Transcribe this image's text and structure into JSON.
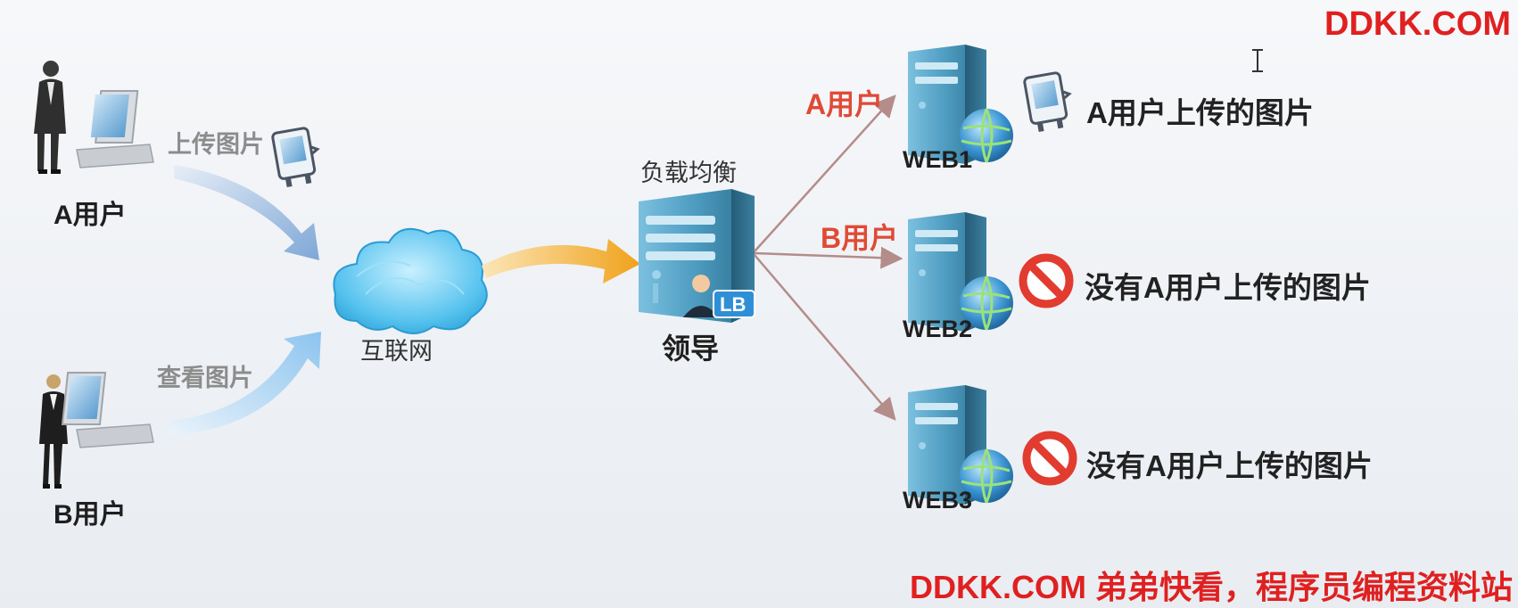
{
  "watermark_top": "DDKK.COM",
  "watermark_bottom": "DDKK.COM 弟弟快看，程序员编程资料站",
  "users": {
    "a": {
      "label": "A用户",
      "action": "上传图片"
    },
    "b": {
      "label": "B用户",
      "action": "查看图片"
    }
  },
  "internet": {
    "label": "互联网"
  },
  "load_balancer": {
    "title": "负载均衡",
    "label": "领导",
    "badge": "LB"
  },
  "routes": {
    "to_web1": "A用户",
    "to_web2": "B用户"
  },
  "servers": [
    {
      "label": "WEB1",
      "result": "A用户上传的图片"
    },
    {
      "label": "WEB2",
      "result": "没有A用户上传的图片"
    },
    {
      "label": "WEB3",
      "result": "没有A用户上传的图片"
    }
  ],
  "colors": {
    "watermark": "#e02020",
    "route_label": "#e04a35",
    "arrow_blue": "#8fb4dd",
    "arrow_orange": "#f2a623",
    "line": "#b48c8a",
    "server": "#3d7f9d",
    "forbidden": "#e23b2f"
  }
}
